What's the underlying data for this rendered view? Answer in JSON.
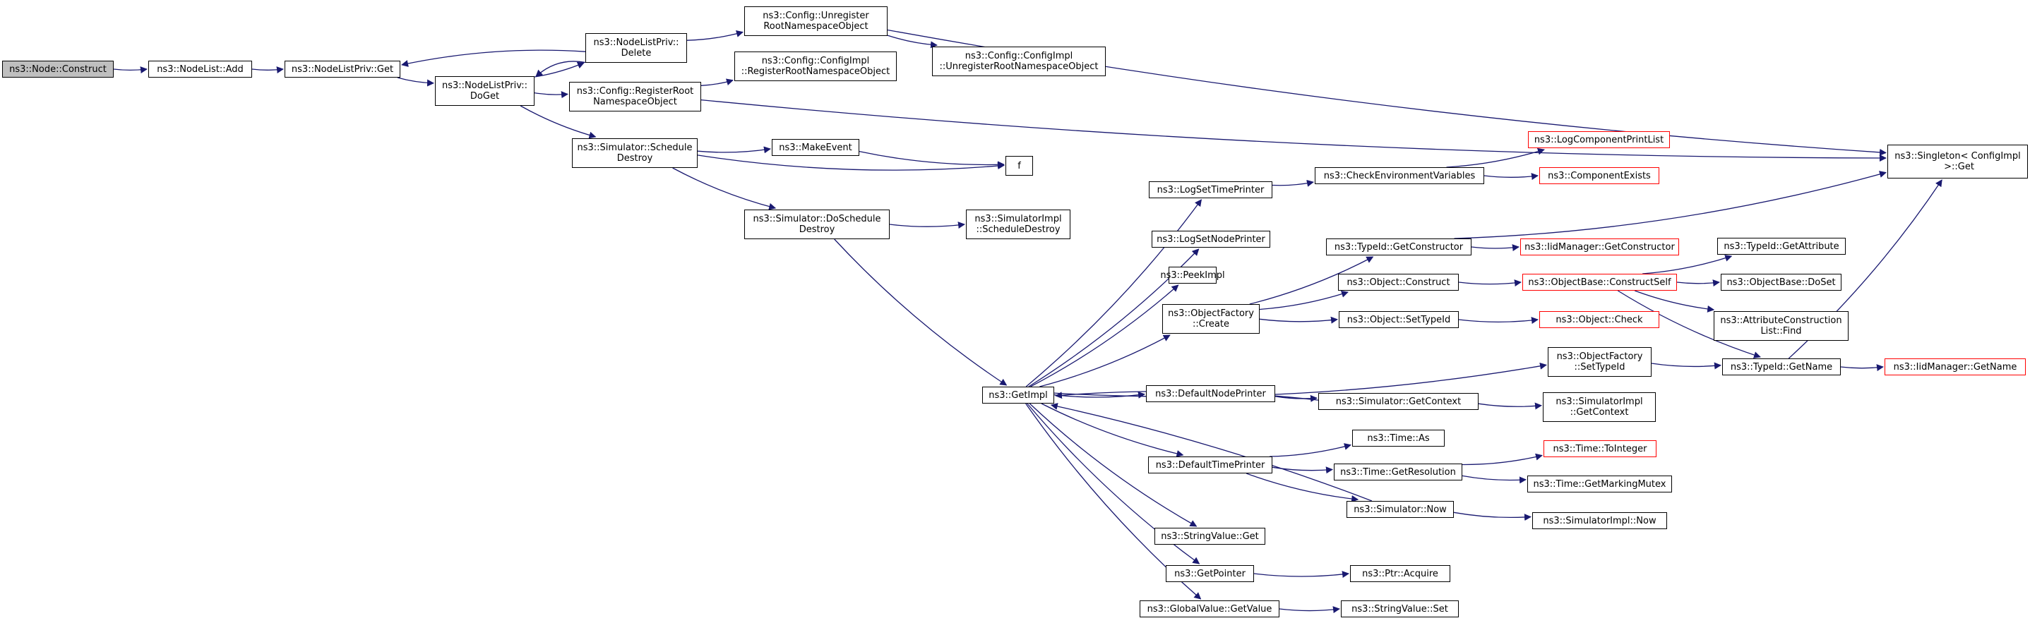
{
  "graph": {
    "edge_color": "#191970",
    "link_border_color": "#000000",
    "truncated_border_color": "#ff0000",
    "root_fill_color": "#bfbfbf",
    "nodes": [
      {
        "id": "n_node_construct",
        "label": "ns3::Node::Construct",
        "root": true
      },
      {
        "id": "n_nodelist_add",
        "label": "ns3::NodeList::Add"
      },
      {
        "id": "n_nodelistpriv_get",
        "label": "ns3::NodeListPriv::Get"
      },
      {
        "id": "n_nodelistpriv_delete",
        "label": "ns3::NodeListPriv::\nDelete"
      },
      {
        "id": "n_nodelistpriv_doget",
        "label": "ns3::NodeListPriv::\nDoGet"
      },
      {
        "id": "n_config_unregister",
        "label": "ns3::Config::Unregister\nRootNamespaceObject"
      },
      {
        "id": "n_configimpl_unregister",
        "label": "ns3::Config::ConfigImpl\n::UnregisterRootNamespaceObject"
      },
      {
        "id": "n_configimpl_register",
        "label": "ns3::Config::ConfigImpl\n::RegisterRootNamespaceObject"
      },
      {
        "id": "n_config_register",
        "label": "ns3::Config::RegisterRoot\nNamespaceObject"
      },
      {
        "id": "n_singleton_get",
        "label": "ns3::Singleton< ConfigImpl\n >::Get"
      },
      {
        "id": "n_sim_schedule_destroy",
        "label": "ns3::Simulator::Schedule\nDestroy"
      },
      {
        "id": "n_make_event",
        "label": "ns3::MakeEvent"
      },
      {
        "id": "n_f",
        "label": "f"
      },
      {
        "id": "n_sim_doschedule_destroy",
        "label": "ns3::Simulator::DoSchedule\nDestroy"
      },
      {
        "id": "n_simimpl_schedule_destroy",
        "label": "ns3::SimulatorImpl\n::ScheduleDestroy"
      },
      {
        "id": "n_getimpl",
        "label": "ns3::GetImpl"
      },
      {
        "id": "n_logset_timeprinter",
        "label": "ns3::LogSetTimePrinter"
      },
      {
        "id": "n_check_env_vars",
        "label": "ns3::CheckEnvironmentVariables"
      },
      {
        "id": "n_logcomponent_printlist",
        "label": "ns3::LogComponentPrintList",
        "truncated": true
      },
      {
        "id": "n_component_exists",
        "label": "ns3::ComponentExists",
        "truncated": true
      },
      {
        "id": "n_logset_nodeprinter",
        "label": "ns3::LogSetNodePrinter"
      },
      {
        "id": "n_peekimpl",
        "label": "ns3::PeekImpl"
      },
      {
        "id": "n_typeid_getconstructor",
        "label": "ns3::TypeId::GetConstructor"
      },
      {
        "id": "n_iidmanager_getconstructor",
        "label": "ns3::IidManager::GetConstructor",
        "truncated": true
      },
      {
        "id": "n_objectfactory_create",
        "label": "ns3::ObjectFactory\n::Create"
      },
      {
        "id": "n_object_construct",
        "label": "ns3::Object::Construct"
      },
      {
        "id": "n_objectbase_constructself",
        "label": "ns3::ObjectBase::ConstructSelf",
        "truncated": true
      },
      {
        "id": "n_typeid_getattribute",
        "label": "ns3::TypeId::GetAttribute"
      },
      {
        "id": "n_objectbase_doset",
        "label": "ns3::ObjectBase::DoSet"
      },
      {
        "id": "n_object_settypeid",
        "label": "ns3::Object::SetTypeId"
      },
      {
        "id": "n_object_check",
        "label": "ns3::Object::Check",
        "truncated": true
      },
      {
        "id": "n_attrconstructionlist_find",
        "label": "ns3::AttributeConstruction\nList::Find"
      },
      {
        "id": "n_objectfactory_settypeid",
        "label": "ns3::ObjectFactory\n::SetTypeId"
      },
      {
        "id": "n_typeid_getname",
        "label": "ns3::TypeId::GetName"
      },
      {
        "id": "n_iidmanager_getname",
        "label": "ns3::IidManager::GetName",
        "truncated": true
      },
      {
        "id": "n_default_nodeprinter",
        "label": "ns3::DefaultNodePrinter"
      },
      {
        "id": "n_sim_getcontext",
        "label": "ns3::Simulator::GetContext"
      },
      {
        "id": "n_simimpl_getcontext",
        "label": "ns3::SimulatorImpl\n::GetContext"
      },
      {
        "id": "n_time_as",
        "label": "ns3::Time::As"
      },
      {
        "id": "n_default_timeprinter",
        "label": "ns3::DefaultTimePrinter"
      },
      {
        "id": "n_time_getresolution",
        "label": "ns3::Time::GetResolution"
      },
      {
        "id": "n_time_tointeger",
        "label": "ns3::Time::ToInteger",
        "truncated": true
      },
      {
        "id": "n_time_getmarkingmutex",
        "label": "ns3::Time::GetMarkingMutex"
      },
      {
        "id": "n_sim_now",
        "label": "ns3::Simulator::Now"
      },
      {
        "id": "n_simimpl_now",
        "label": "ns3::SimulatorImpl::Now"
      },
      {
        "id": "n_stringvalue_get",
        "label": "ns3::StringValue::Get"
      },
      {
        "id": "n_getpointer",
        "label": "ns3::GetPointer"
      },
      {
        "id": "n_ptr_acquire",
        "label": "ns3::Ptr::Acquire"
      },
      {
        "id": "n_globalvalue_getvalue",
        "label": "ns3::GlobalValue::GetValue"
      },
      {
        "id": "n_stringvalue_set",
        "label": "ns3::StringValue::Set"
      }
    ],
    "edges": [
      [
        "n_node_construct",
        "n_nodelist_add"
      ],
      [
        "n_nodelist_add",
        "n_nodelistpriv_get"
      ],
      [
        "n_nodelistpriv_get",
        "n_nodelistpriv_doget"
      ],
      [
        "n_nodelistpriv_delete",
        "n_nodelistpriv_get"
      ],
      [
        "n_nodelistpriv_delete",
        "n_nodelistpriv_doget"
      ],
      [
        "n_nodelistpriv_delete",
        "n_config_unregister"
      ],
      [
        "n_nodelistpriv_doget",
        "n_nodelistpriv_delete"
      ],
      [
        "n_nodelistpriv_doget",
        "n_config_register"
      ],
      [
        "n_nodelistpriv_doget",
        "n_sim_schedule_destroy"
      ],
      [
        "n_config_unregister",
        "n_configimpl_unregister"
      ],
      [
        "n_config_unregister",
        "n_singleton_get"
      ],
      [
        "n_config_register",
        "n_configimpl_register"
      ],
      [
        "n_config_register",
        "n_singleton_get"
      ],
      [
        "n_sim_schedule_destroy",
        "n_make_event"
      ],
      [
        "n_sim_schedule_destroy",
        "n_f"
      ],
      [
        "n_sim_schedule_destroy",
        "n_sim_doschedule_destroy"
      ],
      [
        "n_make_event",
        "n_f"
      ],
      [
        "n_sim_doschedule_destroy",
        "n_simimpl_schedule_destroy"
      ],
      [
        "n_sim_doschedule_destroy",
        "n_getimpl"
      ],
      [
        "n_getimpl",
        "n_logset_timeprinter"
      ],
      [
        "n_getimpl",
        "n_logset_nodeprinter"
      ],
      [
        "n_getimpl",
        "n_peekimpl"
      ],
      [
        "n_getimpl",
        "n_objectfactory_create"
      ],
      [
        "n_getimpl",
        "n_objectfactory_settypeid"
      ],
      [
        "n_getimpl",
        "n_default_nodeprinter"
      ],
      [
        "n_getimpl",
        "n_default_timeprinter"
      ],
      [
        "n_getimpl",
        "n_stringvalue_get"
      ],
      [
        "n_getimpl",
        "n_getpointer"
      ],
      [
        "n_getimpl",
        "n_globalvalue_getvalue"
      ],
      [
        "n_logset_timeprinter",
        "n_check_env_vars"
      ],
      [
        "n_check_env_vars",
        "n_logcomponent_printlist"
      ],
      [
        "n_check_env_vars",
        "n_component_exists"
      ],
      [
        "n_objectfactory_create",
        "n_typeid_getconstructor"
      ],
      [
        "n_objectfactory_create",
        "n_object_construct"
      ],
      [
        "n_objectfactory_create",
        "n_object_settypeid"
      ],
      [
        "n_typeid_getconstructor",
        "n_iidmanager_getconstructor"
      ],
      [
        "n_typeid_getconstructor",
        "n_singleton_get"
      ],
      [
        "n_object_construct",
        "n_objectbase_constructself"
      ],
      [
        "n_objectbase_constructself",
        "n_typeid_getattribute"
      ],
      [
        "n_objectbase_constructself",
        "n_objectbase_doset"
      ],
      [
        "n_objectbase_constructself",
        "n_attrconstructionlist_find"
      ],
      [
        "n_objectbase_constructself",
        "n_typeid_getname"
      ],
      [
        "n_object_settypeid",
        "n_object_check"
      ],
      [
        "n_objectfactory_settypeid",
        "n_typeid_getname"
      ],
      [
        "n_typeid_getname",
        "n_iidmanager_getname"
      ],
      [
        "n_typeid_getname",
        "n_singleton_get"
      ],
      [
        "n_default_nodeprinter",
        "n_sim_getcontext"
      ],
      [
        "n_sim_getcontext",
        "n_simimpl_getcontext"
      ],
      [
        "n_sim_getcontext",
        "n_getimpl"
      ],
      [
        "n_default_timeprinter",
        "n_time_as"
      ],
      [
        "n_default_timeprinter",
        "n_time_getresolution"
      ],
      [
        "n_default_timeprinter",
        "n_sim_now"
      ],
      [
        "n_time_getresolution",
        "n_time_tointeger"
      ],
      [
        "n_time_getresolution",
        "n_time_getmarkingmutex"
      ],
      [
        "n_sim_now",
        "n_simimpl_now"
      ],
      [
        "n_sim_now",
        "n_getimpl"
      ],
      [
        "n_getpointer",
        "n_ptr_acquire"
      ],
      [
        "n_globalvalue_getvalue",
        "n_stringvalue_set"
      ]
    ]
  }
}
